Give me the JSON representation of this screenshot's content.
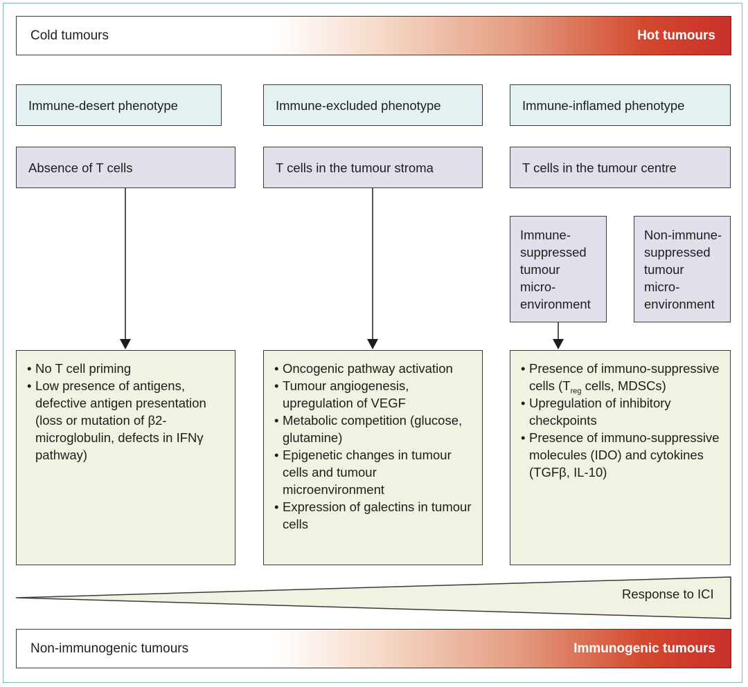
{
  "top_bar": {
    "left": "Cold tumours",
    "right": "Hot tumours"
  },
  "bottom_bar": {
    "left": "Non-immunogenic tumours",
    "right": "Immunogenic tumours"
  },
  "phenotypes": [
    "Immune-desert phenotype",
    "Immune-excluded phenotype",
    "Immune-inflamed phenotype"
  ],
  "tcell_locations": [
    "Absence of T cells",
    "T cells in the tumour stroma",
    "T cells in the tumour centre"
  ],
  "microenvironments": {
    "suppressed": "Immune-\nsuppressed\ntumour\nmicro-\nenvironment",
    "non_suppressed": "Non-immune-\nsuppressed\ntumour\nmicro-\nenvironment"
  },
  "desert_features": [
    "No T cell priming",
    "Low presence of antigens, defective antigen presentation (loss or mutation of β2-microglobulin, defects in IFNγ pathway)"
  ],
  "excluded_features": [
    "Oncogenic pathway activation",
    "Tumour angiogenesis, upregulation of VEGF",
    "Metabolic competition (glucose, glutamine)",
    "Epigenetic changes in tumour cells and tumour microenvironment",
    "Expression of galectins in tumour cells"
  ],
  "inflamed_features": {
    "suppressive_cells_prefix": "Presence of immuno-suppressive cells (T",
    "suppressive_cells_sub": "reg",
    "suppressive_cells_suffix": " cells, MDSCs)",
    "checkpoints": "Upregulation of inhibitory checkpoints",
    "molecules": "Presence of immuno-suppressive molecules (IDO) and cytokines (TGFβ, IL-10)"
  },
  "response_label": "Response to ICI"
}
